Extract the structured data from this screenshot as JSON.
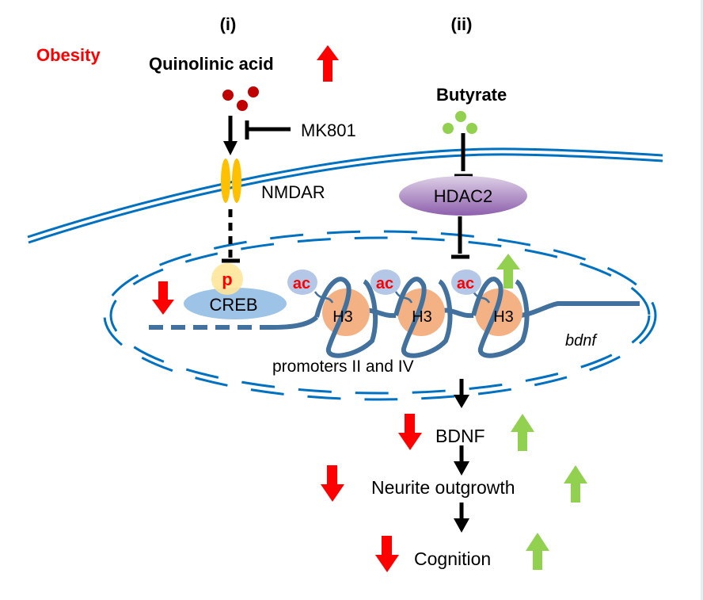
{
  "figure": {
    "panels": [
      {
        "id": "i",
        "label": "(i)"
      },
      {
        "id": "ii",
        "label": "(ii)"
      }
    ],
    "condition_label": "Obesity",
    "pathway_i": {
      "ligand": "Quinolinic acid",
      "inhibitor": "MK801",
      "receptor": "NMDAR",
      "phospho": "p",
      "transcription_factor": "CREB"
    },
    "pathway_ii": {
      "ligand": "Butyrate",
      "enzyme": "HDAC2"
    },
    "chromatin": {
      "acetyl_marks": [
        "ac",
        "ac",
        "ac"
      ],
      "histones": [
        "H3",
        "H3",
        "H3"
      ],
      "promoter_label": "promoters II and IV",
      "gene_label": "bdnf"
    },
    "outcomes": [
      {
        "label": "BDNF",
        "obesity_effect": "down",
        "butyrate_effect": "up"
      },
      {
        "label": "Neurite outgrowth",
        "obesity_effect": "down",
        "butyrate_effect": "up"
      },
      {
        "label": "Cognition",
        "obesity_effect": "down",
        "butyrate_effect": "up"
      }
    ],
    "colors": {
      "obesity_red": "#ff0000",
      "butyrate_green": "#92d050",
      "quinolinic_dot": "#c00000",
      "membrane_blue": "#0070c0",
      "nmdar_yellow": "#ffc000",
      "dna_blue": "#41719c",
      "histone_orange": "#f4b183",
      "ac_bubble": "#b4c7e7",
      "creb_blue": "#9dc3e6",
      "hdac_purple": "#8e5fad"
    }
  }
}
